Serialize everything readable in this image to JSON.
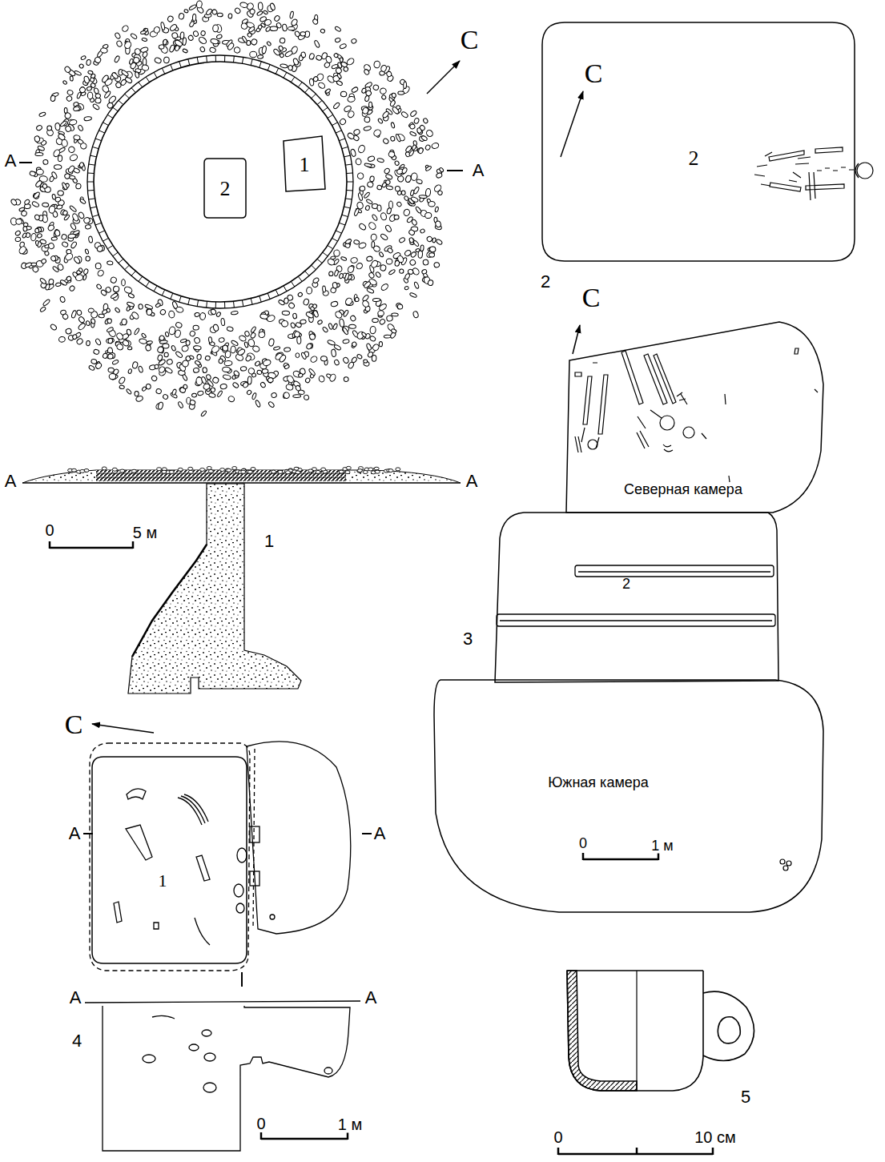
{
  "diagram": {
    "nodes": [
      {
        "text": [
          "1"
        ]
      },
      {
        "text": [
          "2"
        ]
      },
      {
        "text": [
          "2"
        ]
      },
      {
        "text": [
          "Северная камера"
        ]
      },
      {
        "text": [
          "2"
        ]
      },
      {
        "text": [
          "Южная камера"
        ]
      },
      {
        "text": [
          "1"
        ]
      }
    ],
    "labels": [
      "С",
      "А",
      "А",
      "А",
      "А",
      "0",
      "5 м",
      "1",
      "С",
      "2",
      "С",
      "3",
      "0",
      "1 м",
      "С",
      "А",
      "А",
      "А",
      "А",
      "4",
      "0",
      "1 м",
      "5",
      "0",
      "10 см"
    ]
  }
}
